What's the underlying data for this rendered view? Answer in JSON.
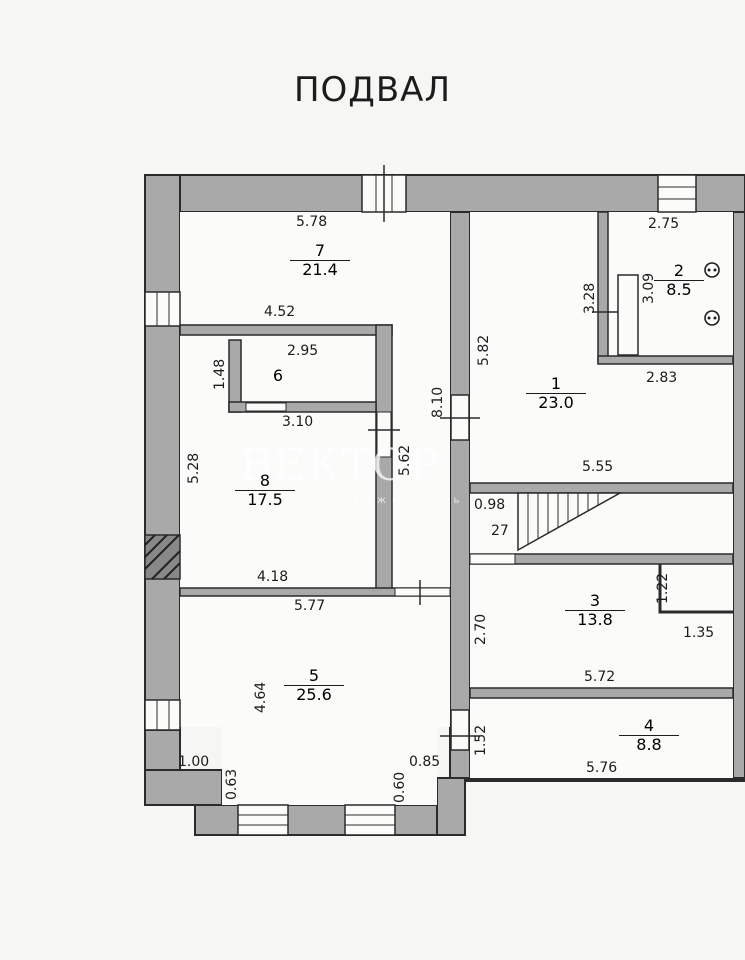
{
  "title": "ПОДВАЛ",
  "watermark": {
    "text": "ВЕКТОР",
    "subtext": "недвижимость"
  },
  "colors": {
    "wall": "#a9a9a9",
    "wall_stroke": "#2b2b2b",
    "floor": "#fbfbfa",
    "text": "#1c1c1c"
  },
  "rooms": [
    {
      "id": "1",
      "area": "23.0"
    },
    {
      "id": "2",
      "area": "8.5"
    },
    {
      "id": "3",
      "area": "13.8"
    },
    {
      "id": "4",
      "area": "8.8"
    },
    {
      "id": "5",
      "area": "25.6"
    },
    {
      "id": "6",
      "area": ""
    },
    {
      "id": "7",
      "area": "21.4"
    },
    {
      "id": "8",
      "area": "17.5"
    },
    {
      "id": "27",
      "area": ""
    }
  ],
  "dimensions": {
    "d_578": "5.78",
    "d_452": "4.52",
    "d_295": "2.95",
    "d_148": "1.48",
    "d_310": "3.10",
    "d_528": "5.28",
    "d_562": "5.62",
    "d_810": "8.10",
    "d_582": "5.82",
    "d_418": "4.18",
    "d_577": "5.77",
    "d_464": "4.64",
    "d_100": "1.00",
    "d_063": "0.63",
    "d_060": "0.60",
    "d_085": "0.85",
    "d_275": "2.75",
    "d_328": "3.28",
    "d_309": "3.09",
    "d_283": "2.83",
    "d_555": "5.55",
    "d_098": "0.98",
    "d_122": "1.22",
    "d_270": "2.70",
    "d_135": "1.35",
    "d_572": "5.72",
    "d_152": "1.52",
    "d_576": "5.76"
  }
}
